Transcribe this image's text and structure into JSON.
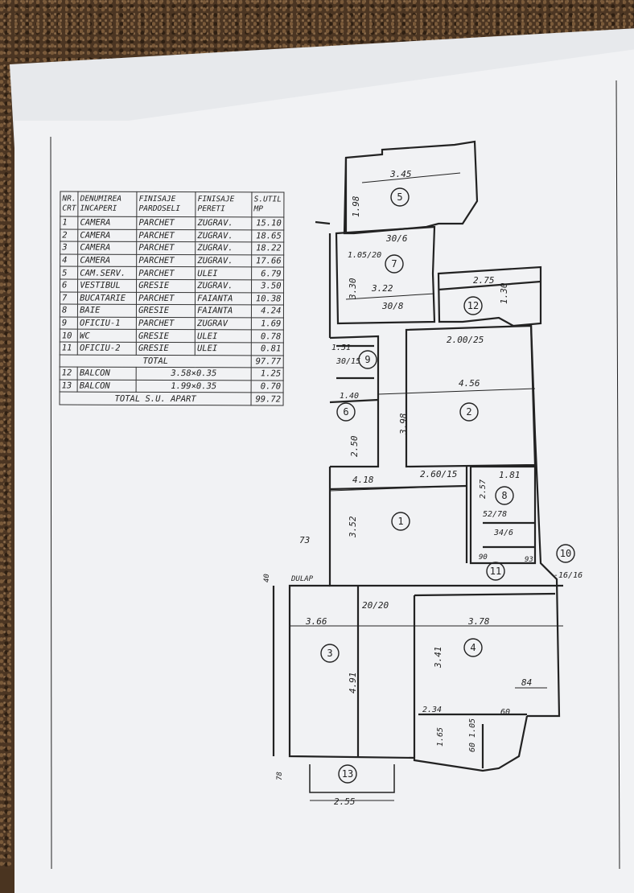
{
  "table": {
    "headers": [
      "NR. CRT",
      "DENUMIREA INCAPERI",
      "FINISAJE PARDOSELI",
      "FINISAJE PERETI",
      "S.UTIL MP"
    ],
    "rows": [
      [
        "1",
        "CAMERA",
        "PARCHET",
        "ZUGRAV.",
        "15.10"
      ],
      [
        "2",
        "CAMERA",
        "PARCHET",
        "ZUGRAV.",
        "18.65"
      ],
      [
        "3",
        "CAMERA",
        "PARCHET",
        "ZUGRAV.",
        "18.22"
      ],
      [
        "4",
        "CAMERA",
        "PARCHET",
        "ZUGRAV.",
        "17.66"
      ],
      [
        "5",
        "CAM.SERV.",
        "PARCHET",
        "ULEI",
        "6.79"
      ],
      [
        "6",
        "VESTIBUL",
        "GRESIE",
        "ZUGRAV.",
        "3.50"
      ],
      [
        "7",
        "BUCATARIE",
        "PARCHET",
        "FAIANTA",
        "10.38"
      ],
      [
        "8",
        "BAIE",
        "GRESIE",
        "FAIANTA",
        "4.24"
      ],
      [
        "9",
        "OFICIU-1",
        "PARCHET",
        "ZUGRAV",
        "1.69"
      ],
      [
        "10",
        "WC",
        "GRESIE",
        "ULEI",
        "0.78"
      ],
      [
        "11",
        "OFICIU-2",
        "GRESIE",
        "ULEI",
        "0.81"
      ]
    ],
    "total_label": "TOTAL",
    "total_value": "97.77",
    "balconies": [
      [
        "12",
        "BALCON",
        "3.58×0.35",
        "1.25"
      ],
      [
        "13",
        "BALCON",
        "1.99×0.35",
        "0.70"
      ]
    ],
    "grand_total_label": "TOTAL S.U. APART",
    "grand_total_value": "99.72"
  },
  "plan": {
    "room_numbers": [
      "1",
      "2",
      "3",
      "4",
      "5",
      "6",
      "7",
      "8",
      "9",
      "10",
      "11",
      "12",
      "13"
    ],
    "dimensions": {
      "d_345": "3.45",
      "d_198": "1.98",
      "d_30_6": "30/6",
      "d_105_20": "1.05/20",
      "d_330": "3.30",
      "d_322": "3.22",
      "d_275": "2.75",
      "d_130": "1.30",
      "d_30_8": "30/8",
      "d_200_25": "2.00/25",
      "d_151": "1.51",
      "d_30_15": "30/15",
      "d_456": "4.56",
      "d_140": "1.40",
      "d_250": "2.50",
      "d_398": "3.98",
      "d_418": "4.18",
      "d_260_15": "2.60/15",
      "d_181": "1.81",
      "d_257": "2.57",
      "d_52_78": "52/78",
      "d_352": "3.52",
      "d_34_6": "34/6",
      "d_73": "73",
      "d_90": "90",
      "d_93": "93",
      "d_16_16": "-16/16",
      "d_40": "40",
      "d_20_20": "20/20",
      "d_366": "3.66",
      "d_378": "3.78",
      "d_341": "3.41",
      "d_491": "4.91",
      "d_84": "84",
      "d_234": "2.34",
      "d_60a": "60",
      "d_165": "1.65",
      "d_60_105": "60 1.05",
      "d_78": "78",
      "d_255": "2.55"
    },
    "dulap_label": "DULAP"
  }
}
